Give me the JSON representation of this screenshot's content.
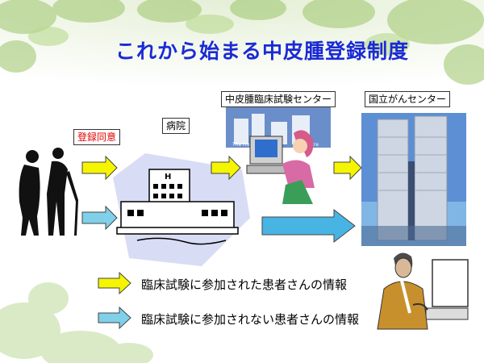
{
  "title": "これから始まる中皮腫登録制度",
  "labels": {
    "consent": "登録同意",
    "hospital": "病院",
    "center": "中皮腫臨床試験センター",
    "ncc": "国立がんセンター"
  },
  "legend": [
    {
      "text": "臨床試験に参加された患者さんの情報",
      "color": "#f5f500"
    },
    {
      "text": "臨床試験に参加されない患者さんの情報",
      "color": "#7fd0e8"
    }
  ],
  "colors": {
    "title": "#1a2ad6",
    "consent_label": "#e00000",
    "yellow_arrow": "#f5f500",
    "blue_arrow": "#7fd0e8",
    "big_blue_arrow": "#48b4e4"
  }
}
